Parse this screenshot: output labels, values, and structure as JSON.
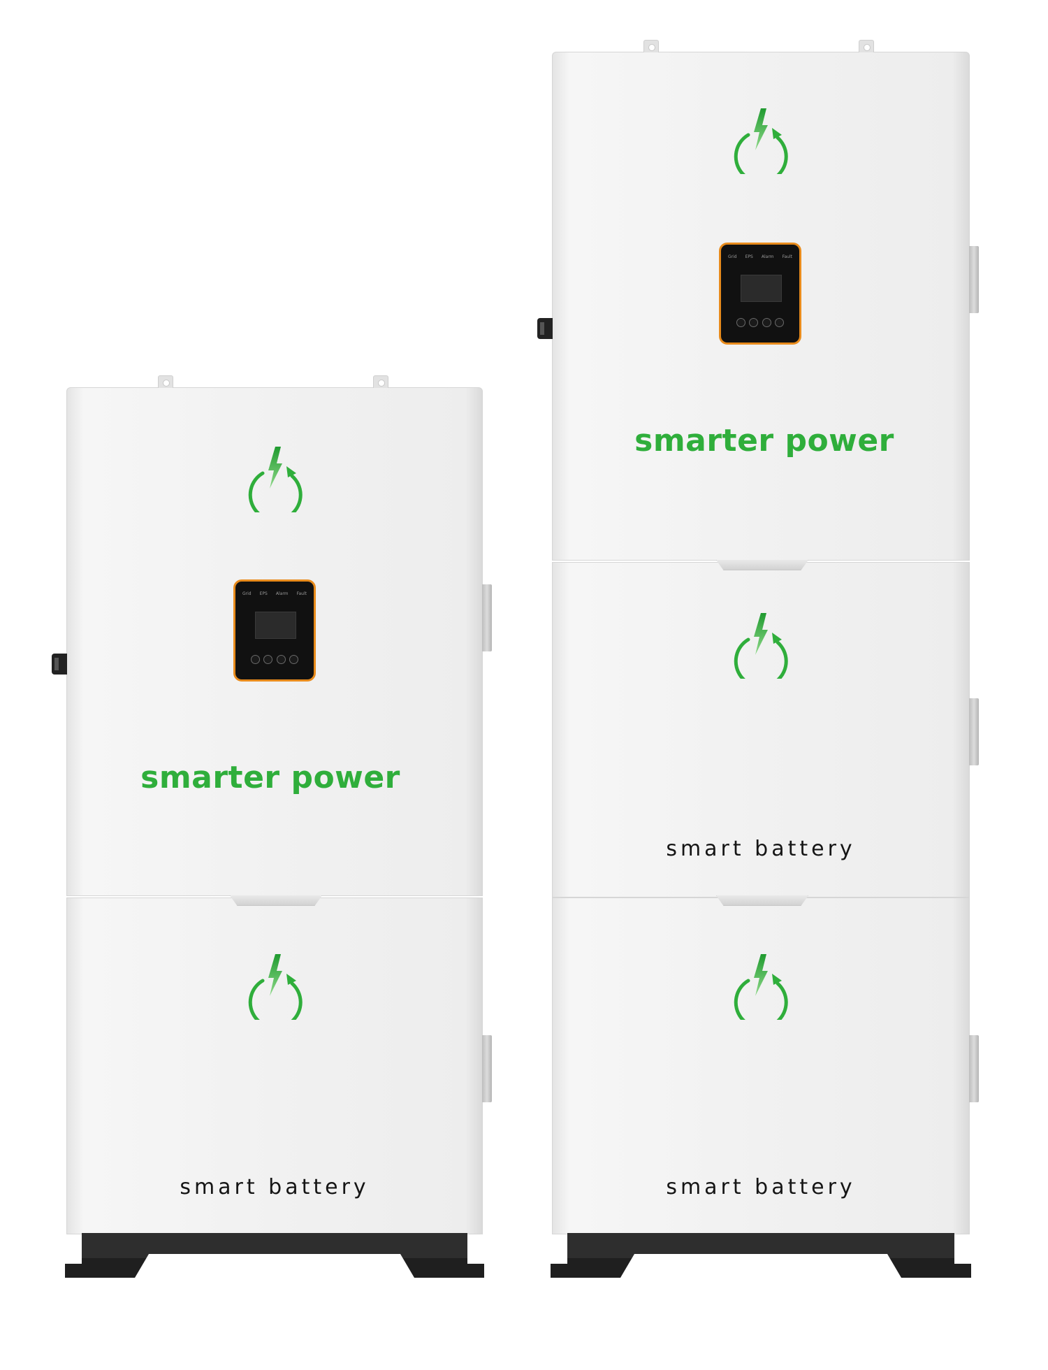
{
  "colors": {
    "brand_green": "#2fae3b",
    "display_border": "#e88b1c",
    "base": "#2a2a2a"
  },
  "icons": [
    "power-cycle-lightning-icon"
  ],
  "left_stack": {
    "inverter": {
      "brand": "smarter power",
      "indicators": [
        "Grid",
        "EPS",
        "Alarm",
        "Fault"
      ]
    },
    "battery_modules": [
      {
        "label": "smart battery"
      }
    ]
  },
  "right_stack": {
    "inverter": {
      "brand": "smarter power",
      "indicators": [
        "Grid",
        "EPS",
        "Alarm",
        "Fault"
      ]
    },
    "battery_modules": [
      {
        "label": "smart battery"
      },
      {
        "label": "smart battery"
      }
    ]
  }
}
